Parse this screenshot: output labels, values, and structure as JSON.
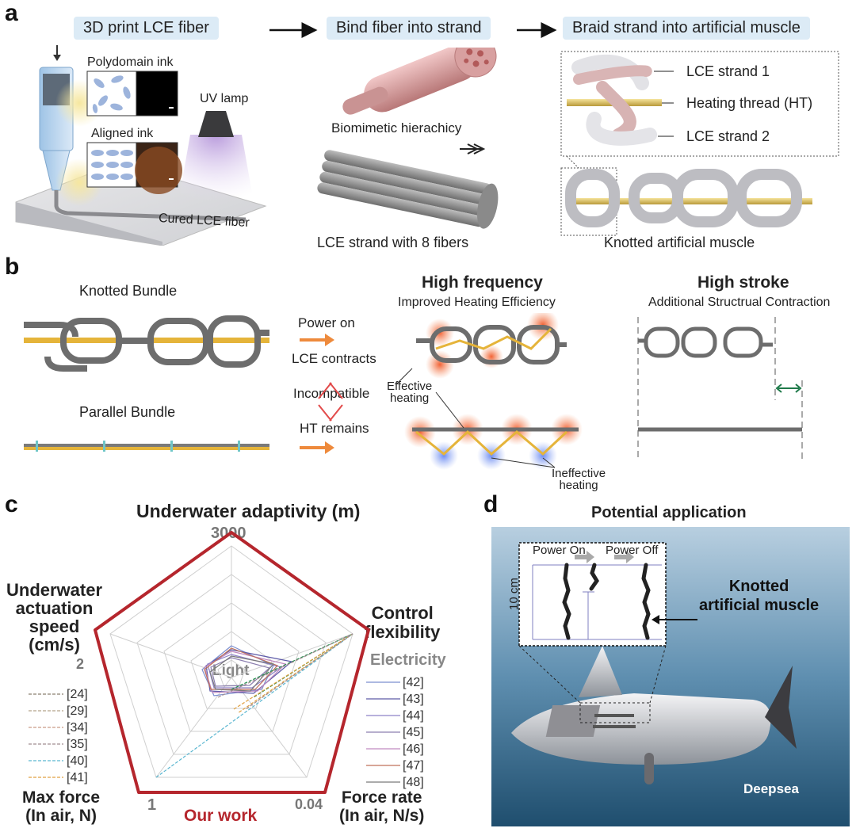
{
  "panel_a": {
    "label": "a",
    "steps": [
      "3D print LCE fiber",
      "Bind fiber into strand",
      "Braid strand into artificial muscle"
    ],
    "polydomain_ink": "Polydomain ink",
    "aligned_ink": "Aligned ink",
    "uv_lamp": "UV lamp",
    "cured_fiber": "Cured LCE fiber",
    "biomimetic": "Biomimetic hierachicy",
    "strand_caption": "LCE strand with 8 fibers",
    "inset_labels": [
      "LCE strand 1",
      "Heating thread (HT)",
      "LCE strand 2"
    ],
    "knotted_caption": "Knotted artificial muscle"
  },
  "panel_b": {
    "label": "b",
    "knotted_bundle": "Knotted Bundle",
    "parallel_bundle": "Parallel Bundle",
    "power_on": "Power on",
    "lce_contracts": "LCE contracts",
    "incompatible": "Incompatible",
    "ht_remains": "HT remains",
    "high_frequency": "High frequency",
    "improved_heating": "Improved Heating Efficiency",
    "effective_heating": [
      "Effective",
      "heating"
    ],
    "ineffective_heating": [
      "Ineffective",
      "heating"
    ],
    "high_stroke": "High stroke",
    "additional_contraction": "Additional Structrual Contraction"
  },
  "panel_c": {
    "label": "c",
    "axes": {
      "top": "Underwater adaptivity (m)",
      "top_max": "3000",
      "left": [
        "Underwater",
        "actuation",
        "speed",
        "(cm/s)"
      ],
      "left_max": "2",
      "right": [
        "Control",
        "flexibility"
      ],
      "bottom_left": [
        "Max force",
        "(In air, N)"
      ],
      "bottom_left_max": "1",
      "bottom_right": [
        "Force rate",
        "(In air, N/s)"
      ],
      "bottom_right_max": "0.04"
    },
    "light": "Light",
    "electricity": "Electricity",
    "our_work": "Our work",
    "left_refs": [
      "[24]",
      "[29]",
      "[34]",
      "[35]",
      "[40]",
      "[41]"
    ],
    "right_refs": [
      "[42]",
      "[43]",
      "[44]",
      "[45]",
      "[46]",
      "[47]",
      "[48]"
    ],
    "colors": {
      "our_work": "#b5262d",
      "left_refs": [
        "#8a7f6f",
        "#b3a38a",
        "#c99a86",
        "#a08d90",
        "#5ab6d0",
        "#e0a040"
      ],
      "right_refs": [
        "#7c8fcf",
        "#5d5aa8",
        "#8e82c8",
        "#8c7fb0",
        "#c08ac0",
        "#c0705a",
        "#7a7a7a"
      ]
    }
  },
  "panel_d": {
    "label": "d",
    "title": "Potential application",
    "power_on": "Power On",
    "power_off": "Power Off",
    "scale": "10 cm",
    "callout": [
      "Knotted",
      "artificial muscle"
    ],
    "deepsea": "Deepsea"
  }
}
